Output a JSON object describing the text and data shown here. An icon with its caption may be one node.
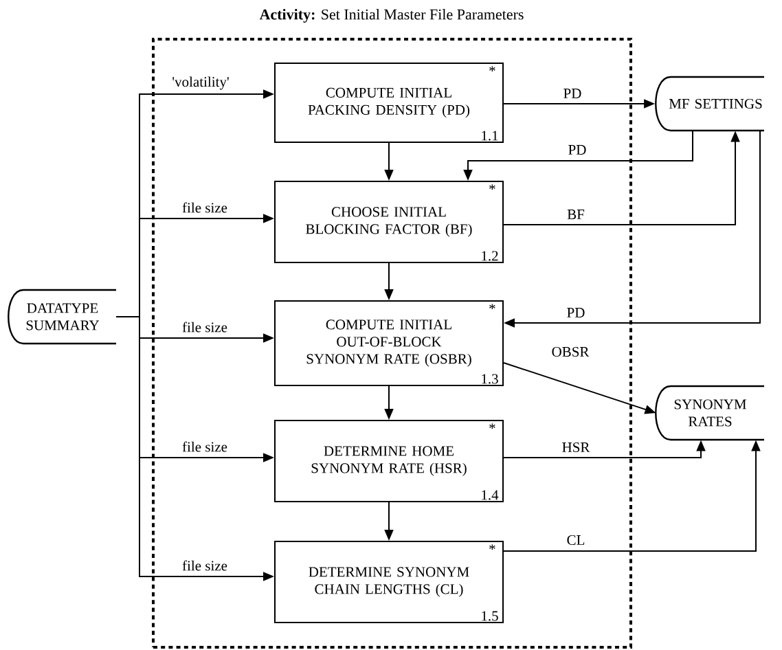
{
  "diagram": {
    "title": "**Activity:** Set Initial Master File Parameters",
    "nodes": [
      {
        "text": [],
        "shape": "box"
      },
      {
        "text": [
          "*",
          "COMPUTE INITIAL PACKING DENSITY (PD)",
          "1.1"
        ],
        "in": 0
      },
      {
        "text": [
          "*",
          "CHOOSE INITIAL BLOCKING FACTOR (BF)",
          "1.2"
        ],
        "in": 0
      },
      {
        "text": [
          "*",
          "COMPUTE INITIAL OUT-OF-BLOCK SYNONYM RATE (OSBR)",
          "1.3"
        ],
        "in": 0
      },
      {
        "text": [
          "*",
          "DETERMINE HOME SYNONYM RATE (HSR)",
          "1.4"
        ],
        "in": 0
      },
      {
        "text": [
          "*",
          "DETERMINE SYNONYM CHAIN LENGTHS (CL)",
          "1.5"
        ],
        "in": 0
      },
      {
        "text": [
          "MF SETTINGS"
        ]
      },
      {
        "text": [
          "DATATYPE SUMMARY"
        ]
      },
      {
        "text": [
          "SYNONYM RATES"
        ]
      }
    ],
    "edges": [
      {
        "from": 7,
        "to": 1,
        "arrow": "to",
        "label": "'volatility'"
      },
      {
        "from": 7,
        "to": 2,
        "arrow": "to",
        "label": "file size"
      },
      {
        "from": 7,
        "to": 3,
        "arrow": "to",
        "label": "file size"
      },
      {
        "from": 7,
        "to": 4,
        "arrow": "to",
        "label": "file size"
      },
      {
        "from": 7,
        "to": 5,
        "arrow": "to",
        "label": "file size"
      },
      {
        "from": 1,
        "to": 2,
        "arrow": "to"
      },
      {
        "from": 2,
        "to": 3,
        "arrow": "to"
      },
      {
        "from": 3,
        "to": 4,
        "arrow": "to"
      },
      {
        "from": 4,
        "to": 5,
        "arrow": "to"
      },
      {
        "from": 1,
        "to": 6,
        "arrow": "to",
        "label": "PD"
      },
      {
        "from": 6,
        "to": 2,
        "arrow": "to",
        "label": "PD"
      },
      {
        "from": 2,
        "to": 6,
        "arrow": "to",
        "label": "BF"
      },
      {
        "from": 6,
        "to": 3,
        "arrow": "to",
        "label": "PD"
      },
      {
        "from": 3,
        "to": 8,
        "arrow": "to",
        "label": "OBSR"
      },
      {
        "from": 4,
        "to": 8,
        "arrow": "to",
        "label": "HSR"
      },
      {
        "from": 5,
        "to": 8,
        "arrow": "to",
        "label": "CL"
      }
    ]
  }
}
